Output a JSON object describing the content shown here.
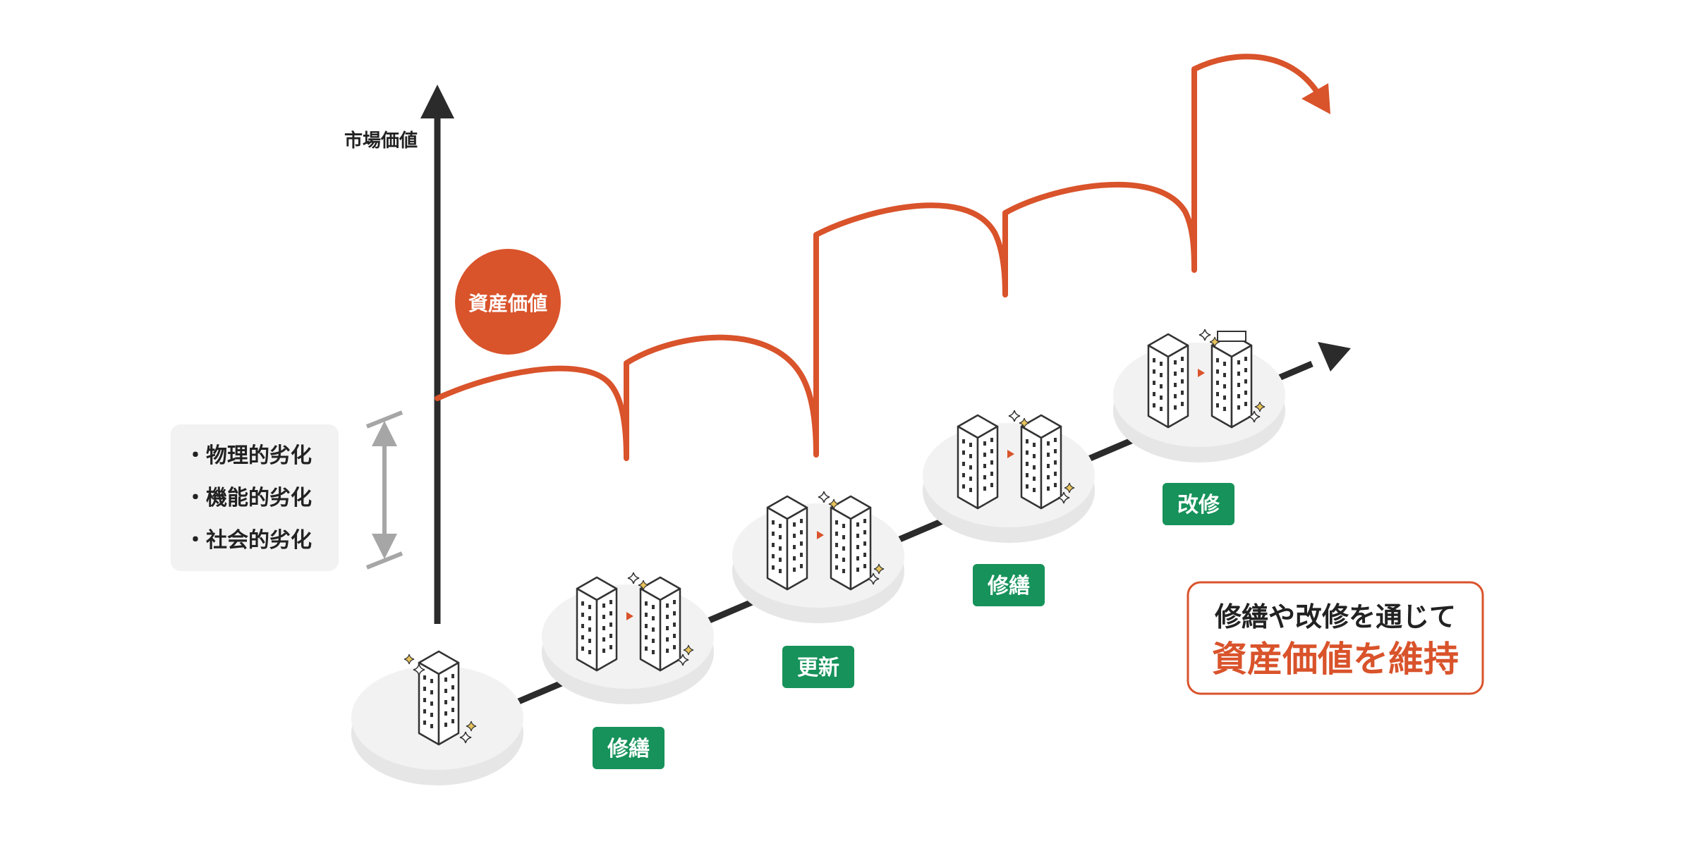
{
  "axis": {
    "y_label": "市場価値"
  },
  "asset_value_badge": "資産価値",
  "degradation_factors": [
    "・物理的劣化",
    "・機能的劣化",
    "・社会的劣化"
  ],
  "stages": [
    {
      "id": "initial",
      "label": ""
    },
    {
      "id": "stage-1",
      "label": "修繕"
    },
    {
      "id": "stage-2",
      "label": "更新"
    },
    {
      "id": "stage-3",
      "label": "修繕"
    },
    {
      "id": "stage-4",
      "label": "改修"
    }
  ],
  "callout": {
    "line1": "修繕や改修を通じて",
    "line2": "資産価値を維持"
  },
  "colors": {
    "accent_orange": "#d9532b",
    "label_green": "#16925a",
    "axis_dark": "#2b2b2b",
    "platform_gray": "#efefef",
    "factor_box_bg": "#f2f2f2"
  }
}
